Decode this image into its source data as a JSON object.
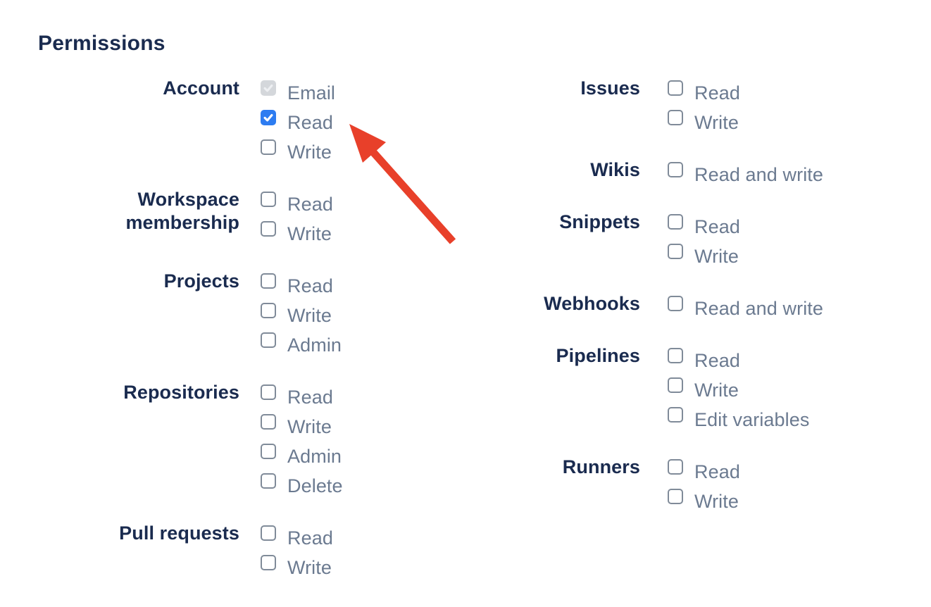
{
  "heading": "Permissions",
  "colors": {
    "heading_and_group_label_text": "#1a2b4f",
    "option_label_text": "#6b7a90",
    "checkbox_border": "#808b99",
    "checkbox_checked_fill": "#2d7cf1",
    "checkbox_check_mark": "#ffffff",
    "checkbox_disabled_fill": "#d4d7db",
    "checkbox_disabled_check_mark": "#edeff2",
    "background": "#ffffff"
  },
  "annotation_arrow": {
    "color": "#e8402a",
    "points_to": "Account Read checkbox"
  },
  "columns": {
    "left": [
      {
        "label": "Account",
        "options": [
          {
            "label": "Email",
            "state": "disabled-checked"
          },
          {
            "label": "Read",
            "state": "checked"
          },
          {
            "label": "Write",
            "state": "unchecked"
          }
        ]
      },
      {
        "label": "Workspace\nmembership",
        "options": [
          {
            "label": "Read",
            "state": "unchecked"
          },
          {
            "label": "Write",
            "state": "unchecked"
          }
        ]
      },
      {
        "label": "Projects",
        "options": [
          {
            "label": "Read",
            "state": "unchecked"
          },
          {
            "label": "Write",
            "state": "unchecked"
          },
          {
            "label": "Admin",
            "state": "unchecked"
          }
        ]
      },
      {
        "label": "Repositories",
        "options": [
          {
            "label": "Read",
            "state": "unchecked"
          },
          {
            "label": "Write",
            "state": "unchecked"
          },
          {
            "label": "Admin",
            "state": "unchecked"
          },
          {
            "label": "Delete",
            "state": "unchecked"
          }
        ]
      },
      {
        "label": "Pull requests",
        "options": [
          {
            "label": "Read",
            "state": "unchecked"
          },
          {
            "label": "Write",
            "state": "unchecked"
          }
        ]
      }
    ],
    "right": [
      {
        "label": "Issues",
        "options": [
          {
            "label": "Read",
            "state": "unchecked"
          },
          {
            "label": "Write",
            "state": "unchecked"
          }
        ]
      },
      {
        "label": "Wikis",
        "options": [
          {
            "label": "Read and write",
            "state": "unchecked"
          }
        ]
      },
      {
        "label": "Snippets",
        "options": [
          {
            "label": "Read",
            "state": "unchecked"
          },
          {
            "label": "Write",
            "state": "unchecked"
          }
        ]
      },
      {
        "label": "Webhooks",
        "options": [
          {
            "label": "Read and write",
            "state": "unchecked"
          }
        ]
      },
      {
        "label": "Pipelines",
        "options": [
          {
            "label": "Read",
            "state": "unchecked"
          },
          {
            "label": "Write",
            "state": "unchecked"
          },
          {
            "label": "Edit variables",
            "state": "unchecked"
          }
        ]
      },
      {
        "label": "Runners",
        "options": [
          {
            "label": "Read",
            "state": "unchecked"
          },
          {
            "label": "Write",
            "state": "unchecked"
          }
        ]
      }
    ]
  }
}
